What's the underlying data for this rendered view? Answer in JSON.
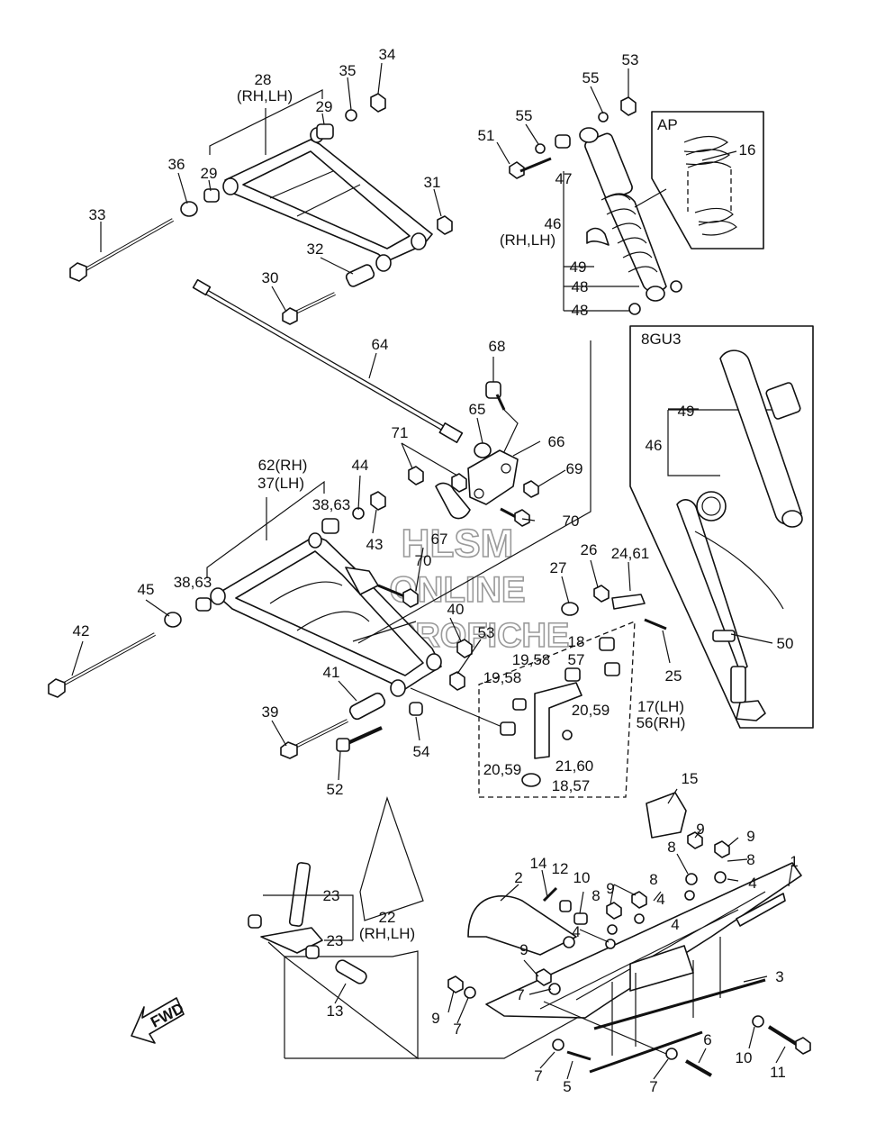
{
  "box_titles": {
    "ap": "AP",
    "gu3": "8GU3"
  },
  "watermark": {
    "line1": "HLSM",
    "line2": "ONLINE",
    "line3": "MICROFICHE"
  },
  "fwd_badge": "FWD",
  "callouts": [
    {
      "id": "28",
      "text": "28"
    },
    {
      "id": "28s",
      "text": "(RH,LH)"
    },
    {
      "id": "34",
      "text": "34"
    },
    {
      "id": "35",
      "text": "35"
    },
    {
      "id": "29a",
      "text": "29"
    },
    {
      "id": "29b",
      "text": "29"
    },
    {
      "id": "36",
      "text": "36"
    },
    {
      "id": "33",
      "text": "33"
    },
    {
      "id": "31",
      "text": "31"
    },
    {
      "id": "32",
      "text": "32"
    },
    {
      "id": "30",
      "text": "30"
    },
    {
      "id": "64",
      "text": "64"
    },
    {
      "id": "53a",
      "text": "53"
    },
    {
      "id": "55a",
      "text": "55"
    },
    {
      "id": "55b",
      "text": "55"
    },
    {
      "id": "51",
      "text": "51"
    },
    {
      "id": "47",
      "text": "47"
    },
    {
      "id": "46",
      "text": "46"
    },
    {
      "id": "46s",
      "text": "(RH,LH)"
    },
    {
      "id": "49a",
      "text": "49"
    },
    {
      "id": "48a",
      "text": "48"
    },
    {
      "id": "48b",
      "text": "48"
    },
    {
      "id": "16",
      "text": "16"
    },
    {
      "id": "49b",
      "text": "49"
    },
    {
      "id": "46b",
      "text": "46"
    },
    {
      "id": "50",
      "text": "50"
    },
    {
      "id": "68",
      "text": "68"
    },
    {
      "id": "65",
      "text": "65"
    },
    {
      "id": "66",
      "text": "66"
    },
    {
      "id": "69",
      "text": "69"
    },
    {
      "id": "71",
      "text": "71"
    },
    {
      "id": "70a",
      "text": "70"
    },
    {
      "id": "70b",
      "text": "70"
    },
    {
      "id": "67",
      "text": "67"
    },
    {
      "id": "62",
      "text": "62(RH)"
    },
    {
      "id": "37",
      "text": "37(LH)"
    },
    {
      "id": "44",
      "text": "44"
    },
    {
      "id": "3863a",
      "text": "38,63"
    },
    {
      "id": "43",
      "text": "43"
    },
    {
      "id": "3863b",
      "text": "38,63"
    },
    {
      "id": "45",
      "text": "45"
    },
    {
      "id": "42",
      "text": "42"
    },
    {
      "id": "40",
      "text": "40"
    },
    {
      "id": "53b",
      "text": "53"
    },
    {
      "id": "41",
      "text": "41"
    },
    {
      "id": "39",
      "text": "39"
    },
    {
      "id": "54",
      "text": "54"
    },
    {
      "id": "52",
      "text": "52"
    },
    {
      "id": "27",
      "text": "27"
    },
    {
      "id": "26",
      "text": "26"
    },
    {
      "id": "2461",
      "text": "24,61"
    },
    {
      "id": "18",
      "text": "18"
    },
    {
      "id": "1958a",
      "text": "19,58"
    },
    {
      "id": "57",
      "text": "57"
    },
    {
      "id": "1958b",
      "text": "19,58"
    },
    {
      "id": "25",
      "text": "25"
    },
    {
      "id": "2059a",
      "text": "20,59"
    },
    {
      "id": "17",
      "text": "17(LH)"
    },
    {
      "id": "56",
      "text": "56(RH)"
    },
    {
      "id": "2059b",
      "text": "20,59"
    },
    {
      "id": "2160",
      "text": "21,60"
    },
    {
      "id": "1857",
      "text": "18,57"
    },
    {
      "id": "15",
      "text": "15"
    },
    {
      "id": "9a",
      "text": "9"
    },
    {
      "id": "9b",
      "text": "9"
    },
    {
      "id": "8a",
      "text": "8"
    },
    {
      "id": "8b",
      "text": "8"
    },
    {
      "id": "4a",
      "text": "4"
    },
    {
      "id": "1",
      "text": "1"
    },
    {
      "id": "14",
      "text": "14"
    },
    {
      "id": "12",
      "text": "12"
    },
    {
      "id": "10a",
      "text": "10"
    },
    {
      "id": "9c",
      "text": "9"
    },
    {
      "id": "8c",
      "text": "8"
    },
    {
      "id": "8d",
      "text": "8"
    },
    {
      "id": "4b",
      "text": "4"
    },
    {
      "id": "4c",
      "text": "4"
    },
    {
      "id": "2",
      "text": "2"
    },
    {
      "id": "4d",
      "text": "4"
    },
    {
      "id": "23a",
      "text": "23"
    },
    {
      "id": "22",
      "text": "22"
    },
    {
      "id": "22s",
      "text": "(RH,LH)"
    },
    {
      "id": "23b",
      "text": "23"
    },
    {
      "id": "9d",
      "text": "9"
    },
    {
      "id": "3",
      "text": "3"
    },
    {
      "id": "7a",
      "text": "7"
    },
    {
      "id": "9e",
      "text": "9"
    },
    {
      "id": "7b",
      "text": "7"
    },
    {
      "id": "13",
      "text": "13"
    },
    {
      "id": "6",
      "text": "6"
    },
    {
      "id": "10b",
      "text": "10"
    },
    {
      "id": "11",
      "text": "11"
    },
    {
      "id": "7c",
      "text": "7"
    },
    {
      "id": "5",
      "text": "5"
    },
    {
      "id": "7d",
      "text": "7"
    }
  ]
}
